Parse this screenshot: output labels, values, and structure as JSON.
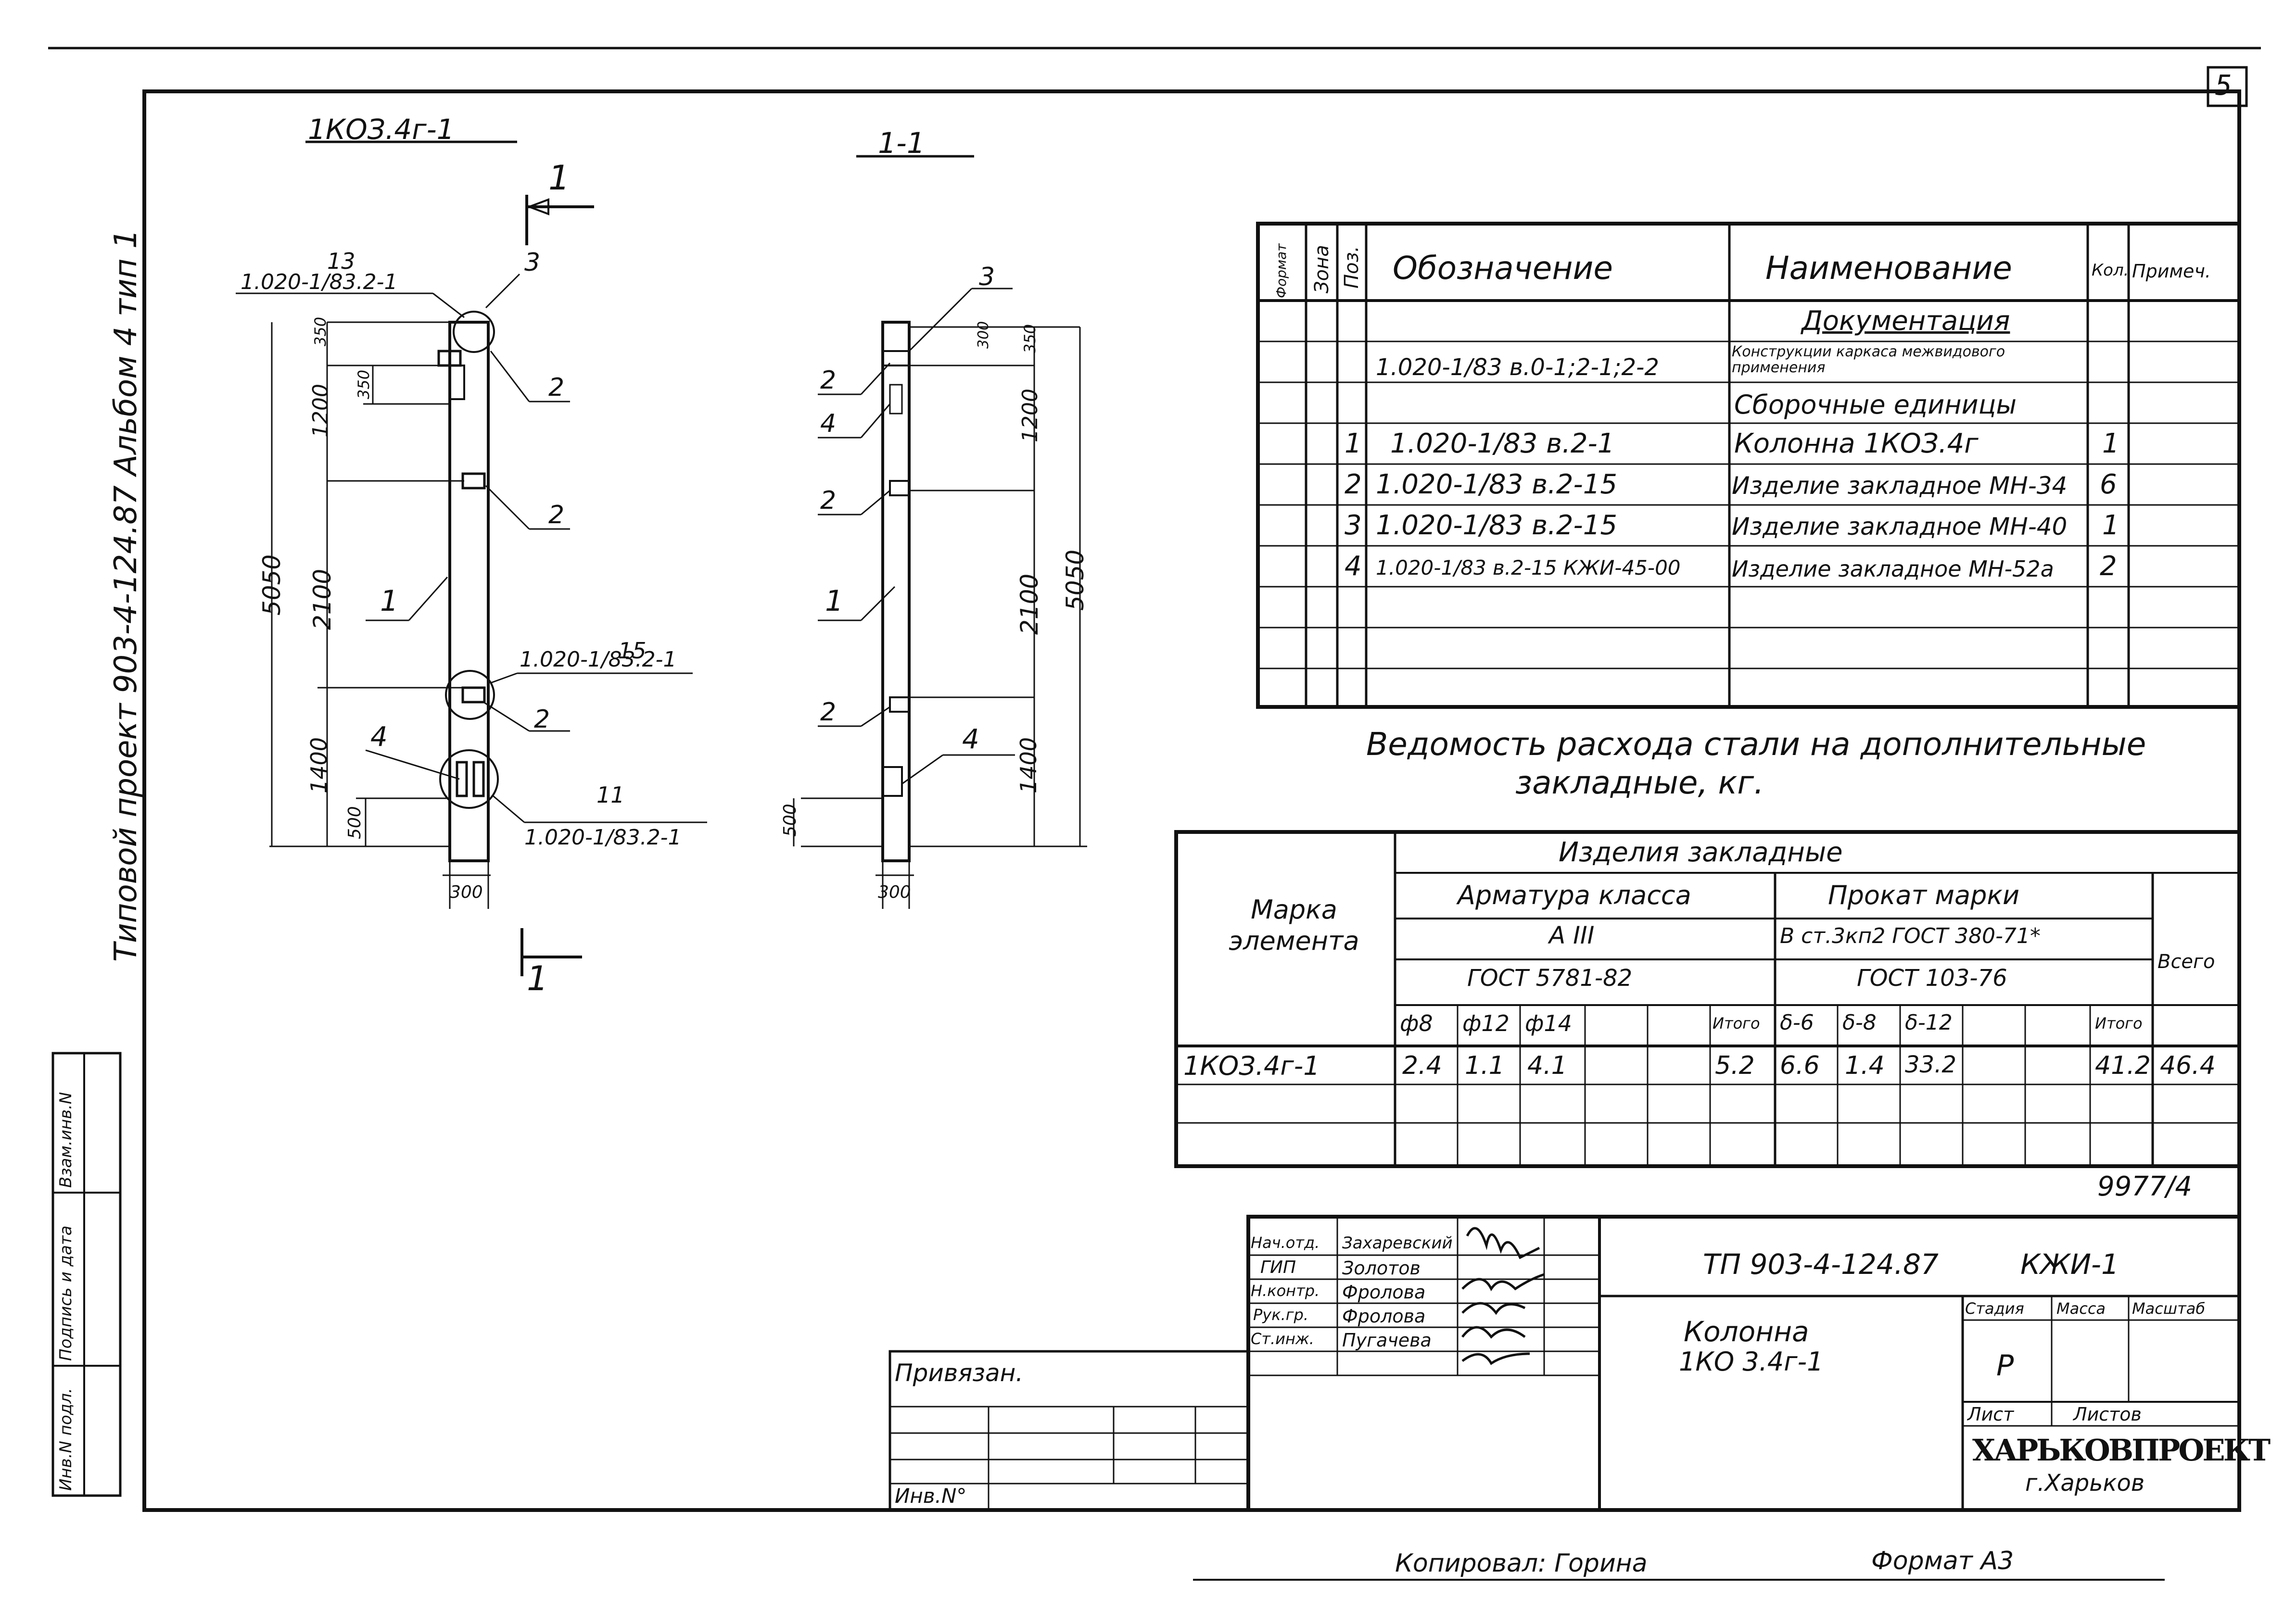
{
  "sheet": {
    "page_number": "5",
    "side_text": "Типовой проект 903-4-124.87   Альбом 4   тип 1",
    "side_stamp": [
      "Инв.N подл.",
      "Подпись и дата",
      "Взам.инв.N"
    ]
  },
  "drawing": {
    "view_main_title": "1КОЗ.4г-1",
    "view_section_title": "1-1",
    "section_mark": "1",
    "dims_main": {
      "d350a": "350",
      "d350b": "350",
      "d1200": "1200",
      "d5050": "5050",
      "d2100": "2100",
      "d1400": "1400",
      "d500": "500",
      "d300": "300"
    },
    "dims_section": {
      "d350": "350",
      "d300top": "300",
      "d1200": "1200",
      "d2100": "2100",
      "d5050": "5050",
      "d1400": "1400",
      "d500": "500",
      "d300": "300"
    },
    "callouts": {
      "c13_num": "13",
      "c13_ref": "1.020-1/83.2-1",
      "c15_num": "15",
      "c15_ref": "1.020-1/83.2-1",
      "c11_num": "11",
      "c11_ref": "1.020-1/83.2-1",
      "pos1": "1",
      "pos2": "2",
      "pos3": "3",
      "pos4": "4"
    }
  },
  "spec_table": {
    "headers": {
      "format": "Формат",
      "zone": "Зона",
      "pos": "Поз.",
      "designation": "Обозначение",
      "name": "Наименование",
      "qty": "Кол.",
      "note": "Примеч."
    },
    "rows": [
      {
        "pos": "",
        "designation": "",
        "name": "Документация",
        "qty": "",
        "section": true
      },
      {
        "pos": "",
        "designation": "1.020-1/83 в.0-1;2-1;2-2",
        "name": "Конструкции каркаса межвидового применения",
        "qty": ""
      },
      {
        "pos": "",
        "designation": "",
        "name": "Сборочные единицы",
        "qty": "",
        "section": true
      },
      {
        "pos": "1",
        "designation": "1.020-1/83 в.2-1",
        "name": "Колонна 1КОЗ.4г",
        "qty": "1"
      },
      {
        "pos": "2",
        "designation": "1.020-1/83  в.2-15",
        "name": "Изделие закладное МН-34",
        "qty": "6"
      },
      {
        "pos": "3",
        "designation": "1.020-1/83  в.2-15",
        "name": "Изделие закладное МН-40",
        "qty": "1"
      },
      {
        "pos": "4",
        "designation": "1.020-1/83 в.2-15 КЖИ-45-00",
        "name": "Изделие закладное МН-52а",
        "qty": "2"
      }
    ]
  },
  "steel_table": {
    "title_line1": "Ведомость расхода стали на дополнительные",
    "title_line2": "закладные, кг.",
    "h_mark": "Марка элемента",
    "h_items": "Изделия закладные",
    "h_rebar": "Арматура класса",
    "h_rebar_class": "А III",
    "h_rebar_gost": "ГОСТ 5781-82",
    "h_rolled": "Прокат марки",
    "h_rolled_grade": "В ст.3кп2 ГОСТ 380-71*",
    "h_rolled_gost": "ГОСТ 103-76",
    "h_total": "Всего",
    "rebar_cols": [
      "ф8",
      "ф12",
      "ф14",
      "",
      "",
      "Итого"
    ],
    "rolled_cols": [
      "δ-6",
      "δ-8",
      "δ-12",
      "",
      "",
      "Итого"
    ],
    "row": {
      "mark": "1КОЗ.4г-1",
      "rebar": [
        "2.4",
        "1.1",
        "4.1",
        "",
        "",
        "5.2"
      ],
      "rolled": [
        "6.6",
        "1.4",
        "33.2",
        "",
        "",
        "41.2"
      ],
      "total": "46.4"
    }
  },
  "title_block": {
    "archive_no": "9977/4",
    "code": "ТП 903-4-124.87",
    "doc_mark": "КЖИ-1",
    "title": "Колонна",
    "subtitle": "1КО 3.4г-1",
    "stage_label": "Стадия",
    "mass_label": "Масса",
    "scale_label": "Масштаб",
    "stage_value": "Р",
    "sheet_label": "Лист",
    "sheets_label": "Листов",
    "org": "ХАРЬКОВПРОЕКТ",
    "city": "г.Харьков",
    "attached": "Привязан.",
    "inv": "Инв.N°",
    "people": [
      {
        "role": "Нач.отд.",
        "name": "Захаревский"
      },
      {
        "role": "ГИП",
        "name": "Золотов"
      },
      {
        "role": "Н.контр.",
        "name": "Фролова"
      },
      {
        "role": "Рук.гр.",
        "name": "Фролова"
      },
      {
        "role": "Ст.инж.",
        "name": "Пугачева"
      }
    ]
  },
  "footer": {
    "copied": "Копировал: Горина",
    "format": "Формат А3"
  }
}
